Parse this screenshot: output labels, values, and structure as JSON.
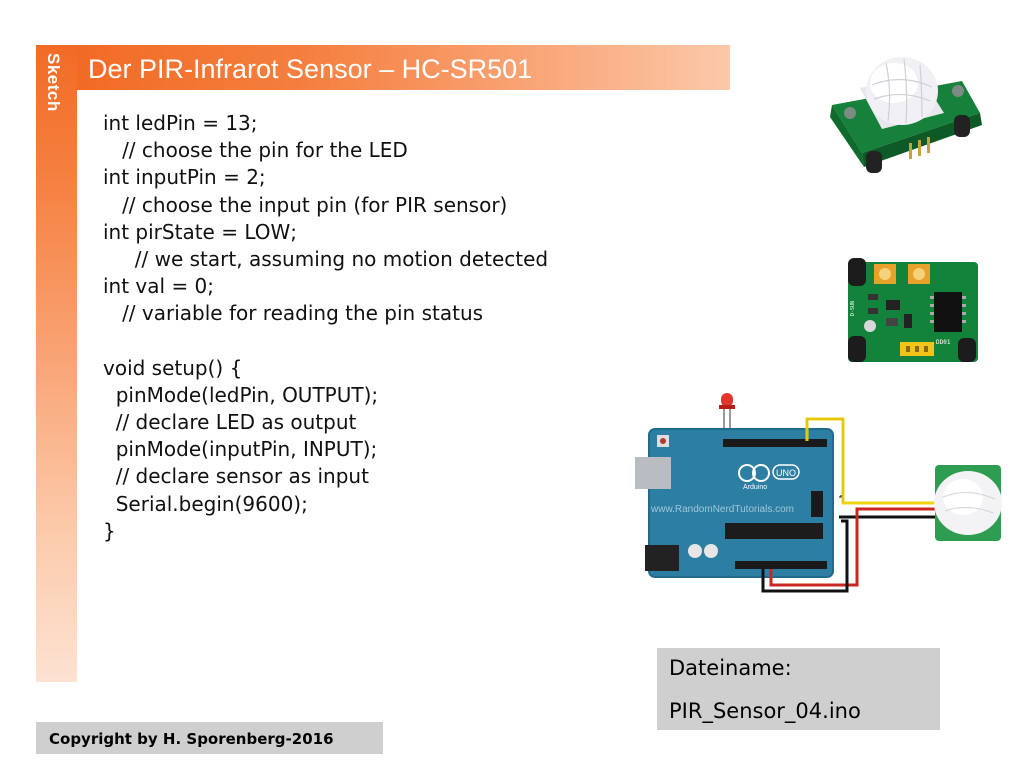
{
  "slide": {
    "side_label": "Sketch",
    "title": "Der PIR-Infrarot Sensor – HC-SR501"
  },
  "code": {
    "lines": [
      "int ledPin = 13;",
      "   // choose the pin for the LED",
      "int inputPin = 2;",
      "   // choose the input pin (for PIR sensor)",
      "int pirState = LOW;",
      "     // we start, assuming no motion detected",
      "int val = 0;",
      "   // variable for reading the pin status",
      "",
      "void setup() {",
      "  pinMode(ledPin, OUTPUT);",
      "  // declare LED as output",
      "  pinMode(inputPin, INPUT);",
      "  // declare sensor as input",
      "  Serial.begin(9600);",
      "}"
    ]
  },
  "file": {
    "label": "Dateiname:",
    "name": "PIR_Sensor_04.ino"
  },
  "footer": {
    "copyright": "Copyright by H. Sporenberg-2016"
  },
  "images": {
    "sensor_top_icon": "pir-sensor-dome-photo",
    "sensor_bottom_icon": "pir-sensor-board-photo",
    "wiring_icon": "arduino-wiring-diagram",
    "board_logo_text": "UNO",
    "board_brand_text": "Arduino",
    "watermark": "www.RandomNerdTutorials.com"
  }
}
